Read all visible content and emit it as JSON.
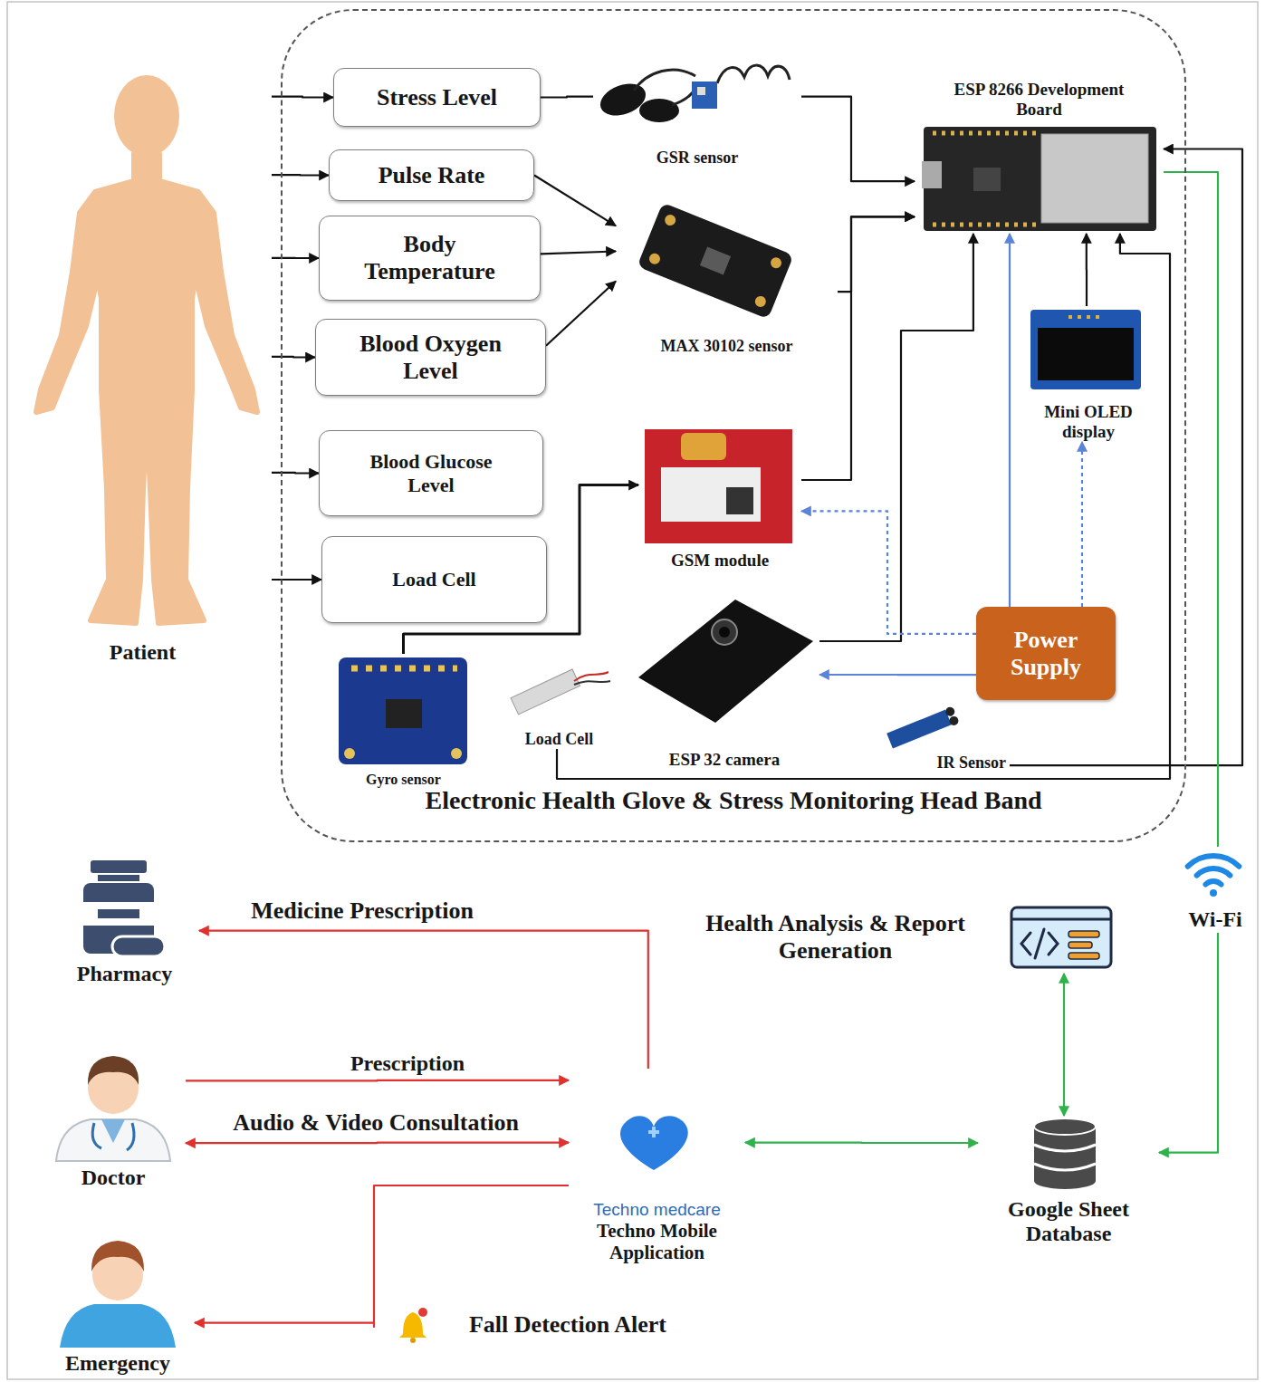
{
  "diagram": {
    "nodes": [
      {
        "text": [
          "Patient"
        ]
      },
      {
        "text": [
          "Electronic Health Glove & Stress Monitoring Head Band"
        ]
      },
      {
        "text": [
          "Stress Level"
        ],
        "in": 1
      },
      {
        "text": [
          "GSR sensor"
        ],
        "in": 1
      },
      {
        "text": [
          "ESP 8266 Development Board"
        ],
        "in": 1
      },
      {
        "text": [
          "Pulse Rate"
        ],
        "in": 1
      },
      {
        "text": [
          "Body Temperature"
        ],
        "in": 1
      },
      {
        "text": [
          "MAX 30102 sensor"
        ],
        "in": 1
      },
      {
        "text": [
          "Blood Oxygen Level"
        ],
        "in": 1
      },
      {
        "text": [
          "Mini OLED display"
        ],
        "in": 1
      },
      {
        "text": [
          "Blood Glucose Level"
        ],
        "in": 1
      },
      {
        "text": [
          "GSM module"
        ],
        "in": 1
      },
      {
        "text": [
          "Load Cell"
        ],
        "in": 1
      },
      {
        "text": [
          "Power Supply"
        ],
        "in": 1
      },
      {
        "text": [
          "Gyro sensor"
        ],
        "in": 1
      },
      {
        "text": [
          "Load Cell"
        ],
        "in": 1
      },
      {
        "text": [
          "ESP 32 camera"
        ],
        "in": 1
      },
      {
        "text": [
          "IR Sensor"
        ],
        "in": 1
      },
      {
        "text": [
          "Pharmacy"
        ]
      },
      {
        "text": [
          "Health Analysis & Report Generation"
        ]
      },
      {
        "text": [
          "Wi-Fi"
        ]
      },
      {
        "text": [
          "Doctor"
        ]
      },
      {
        "text": [
          "Techno medcare",
          "Techno Mobile Application"
        ]
      },
      {
        "text": [
          "Google Sheet Database"
        ]
      },
      {
        "text": [
          "Emergency"
        ]
      }
    ],
    "edges": [
      {
        "from": 0,
        "to": 2,
        "arrow": "to"
      },
      {
        "from": 0,
        "to": 5,
        "arrow": "to"
      },
      {
        "from": 0,
        "to": 6,
        "arrow": "to"
      },
      {
        "from": 0,
        "to": 8,
        "arrow": "to"
      },
      {
        "from": 0,
        "to": 10,
        "arrow": "to"
      },
      {
        "from": 0,
        "to": 12,
        "arrow": "to"
      },
      {
        "from": 2,
        "to": 3,
        "arrow": "none"
      },
      {
        "from": 5,
        "to": 7,
        "arrow": "to"
      },
      {
        "from": 6,
        "to": 7,
        "arrow": "to"
      },
      {
        "from": 8,
        "to": 7,
        "arrow": "to"
      },
      {
        "from": 3,
        "to": 4,
        "arrow": "to"
      },
      {
        "from": 7,
        "to": 4,
        "arrow": "to"
      },
      {
        "from": 11,
        "to": 4,
        "arrow": "to"
      },
      {
        "from": 14,
        "to": 11,
        "arrow": "to"
      },
      {
        "from": 16,
        "to": 4,
        "arrow": "to"
      },
      {
        "from": 9,
        "to": 4,
        "arrow": "to"
      },
      {
        "from": 13,
        "to": 4,
        "arrow": "to"
      },
      {
        "from": 13,
        "to": 9,
        "arrow": "to"
      },
      {
        "from": 13,
        "to": 11,
        "arrow": "to"
      },
      {
        "from": 13,
        "to": 16,
        "arrow": "to"
      },
      {
        "from": 15,
        "to": 4,
        "arrow": "to"
      },
      {
        "from": 17,
        "to": 4,
        "arrow": "to"
      },
      {
        "from": 4,
        "to": 20,
        "arrow": "none"
      },
      {
        "from": 20,
        "to": 23,
        "arrow": "to"
      },
      {
        "from": 19,
        "to": 23,
        "arrow": "both"
      },
      {
        "from": 22,
        "to": 23,
        "arrow": "both"
      },
      {
        "from": 21,
        "to": 22,
        "label": "Prescription",
        "arrow": "to"
      },
      {
        "from": 21,
        "to": 22,
        "label": "Audio & Video Consultation",
        "arrow": "both"
      },
      {
        "from": 22,
        "to": 18,
        "label": "Medicine Prescription",
        "arrow": "to"
      },
      {
        "from": 22,
        "to": 24,
        "label": "Fall Detection Alert",
        "arrow": "to"
      }
    ]
  }
}
